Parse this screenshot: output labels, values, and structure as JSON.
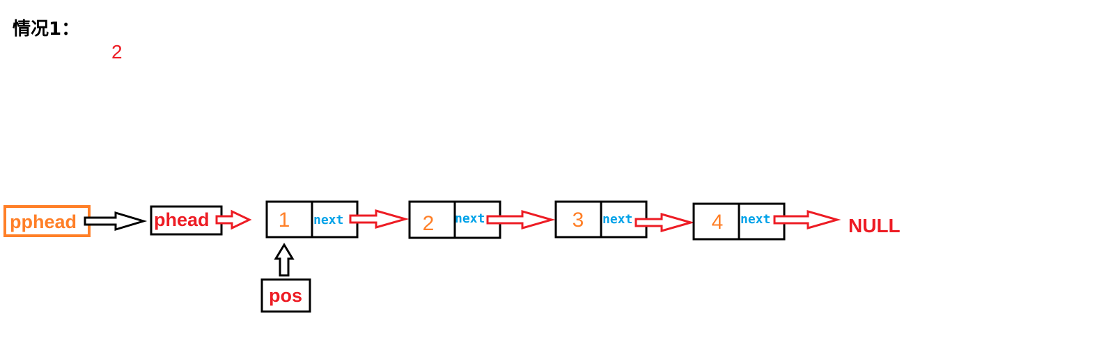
{
  "title": "情况1：",
  "note": "2",
  "colors": {
    "red": "#ed1c24",
    "orange": "#ff7f27",
    "blue": "#00a2e8",
    "black": "#000000"
  },
  "pointers": {
    "pphead": "pphead",
    "phead": "phead",
    "pos": "pos"
  },
  "nodes": [
    {
      "value": "1",
      "next": "next"
    },
    {
      "value": "2",
      "next": "next"
    },
    {
      "value": "3",
      "next": "next"
    },
    {
      "value": "4",
      "next": "next"
    }
  ],
  "terminal": "NULL"
}
